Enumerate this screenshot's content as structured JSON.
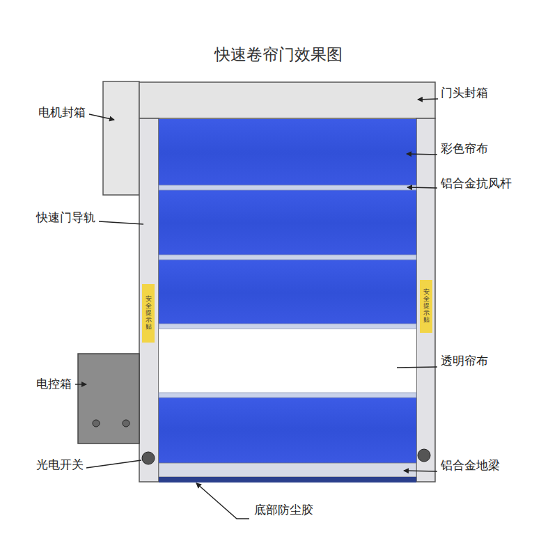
{
  "diagram": {
    "title": "快速卷帘门效果图",
    "nodes": [
      {
        "text": [
          "安全提示贴"
        ]
      },
      {
        "text": [
          "安全提示贴"
        ]
      }
    ],
    "labels": [
      "电机封箱",
      "门头封箱",
      "彩色帘布",
      "铝合金抗风杆",
      "快速门导轨",
      "透明帘布",
      "电控箱",
      "光电开关",
      "铝合金地梁",
      "底部防尘胶"
    ]
  }
}
